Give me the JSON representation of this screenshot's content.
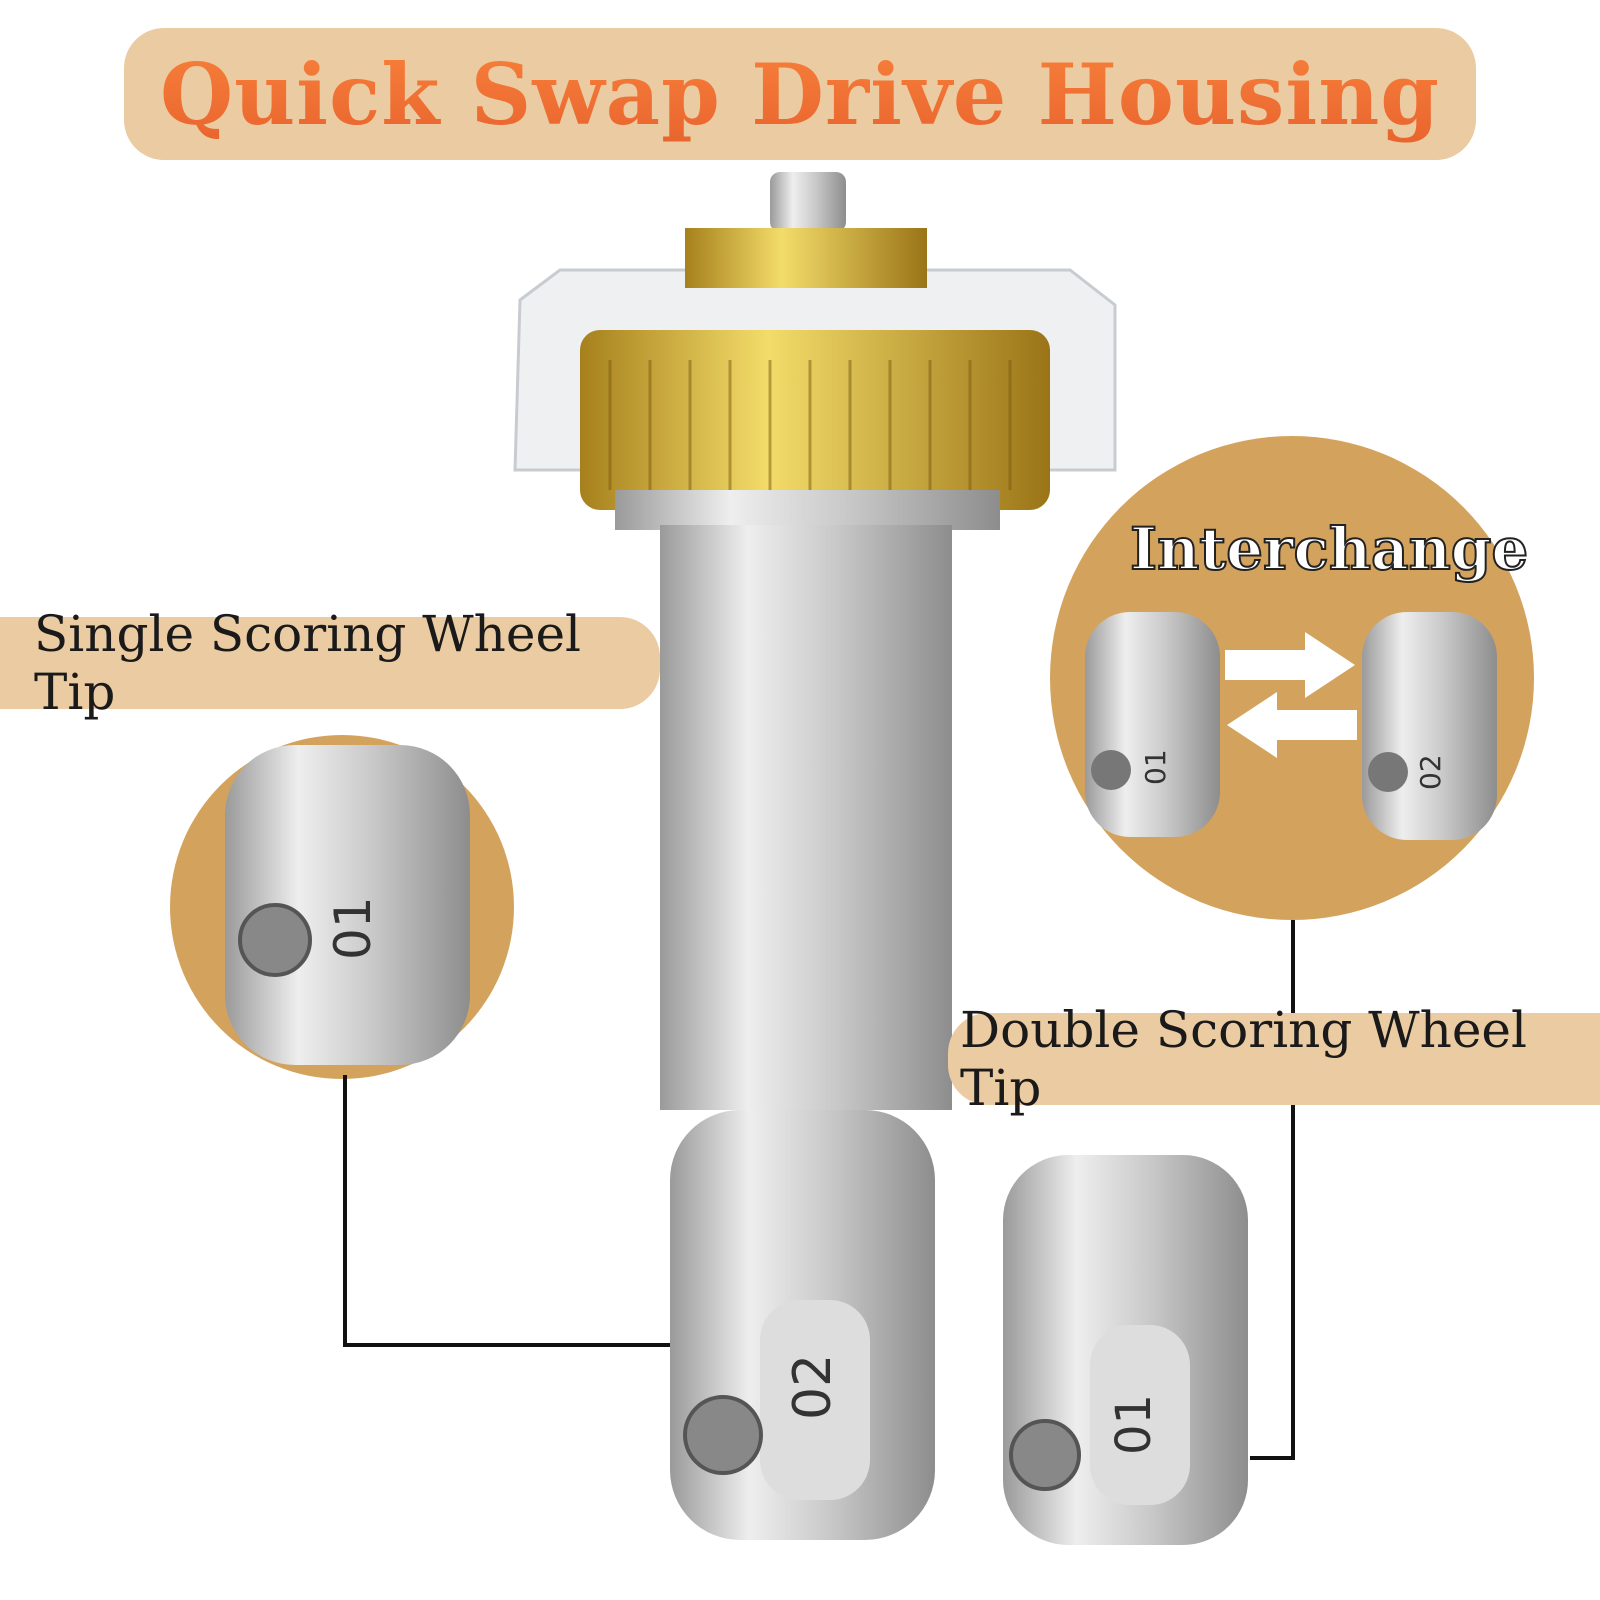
{
  "title": "Quick Swap Drive Housing",
  "labels": {
    "single": "Single Scoring Wheel Tip",
    "double": "Double Scoring Wheel Tip",
    "interchange": "Interchange"
  },
  "tip_numbers": {
    "tip1": "01",
    "tip2": "02"
  },
  "colors": {
    "banner": "#ebcba2",
    "circle": "#d3a35e",
    "title_text": "#f07a3a",
    "gold": "#d9b43a",
    "silver": "#c8c8c8"
  }
}
